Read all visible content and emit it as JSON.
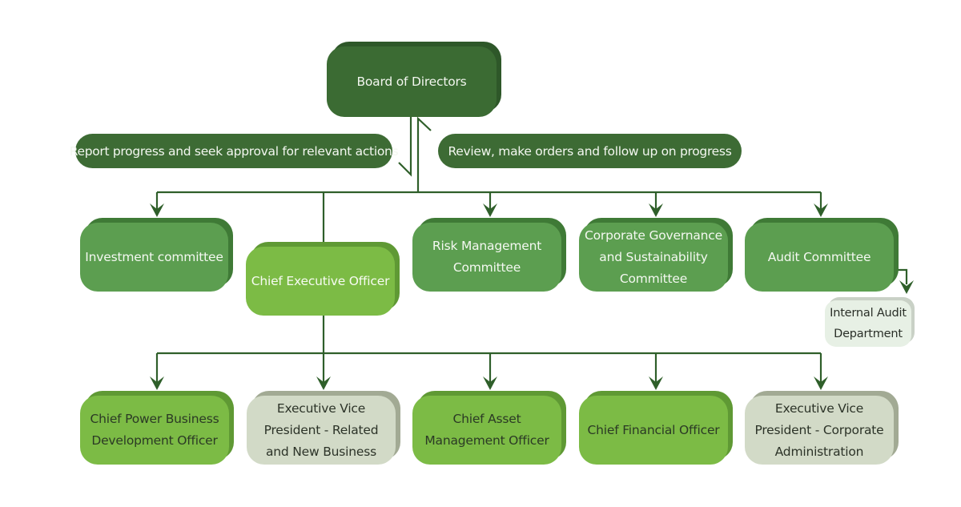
{
  "chart": {
    "type": "org-chart",
    "colors": {
      "connector": "#2f5f2a",
      "board": "#3b6b33",
      "committee": "#5c9e50",
      "ceo": "#7cbb45",
      "executive_green": "#7cbb45",
      "executive_grey": "#d2dac7",
      "internal_audit": "#e7f0e5"
    }
  },
  "board": {
    "label": "Board of Directors"
  },
  "flows": {
    "up": {
      "label": "Report progress and seek approval for relevant actions"
    },
    "down": {
      "label": "Review, make orders and follow up on progress"
    }
  },
  "committees": [
    {
      "label": "Investment committee"
    },
    {
      "label": "Risk Management\nCommittee"
    },
    {
      "label": "Corporate Governance\nand Sustainability\nCommittee"
    },
    {
      "label": "Audit Committee"
    }
  ],
  "ceo": {
    "label": "Chief Executive Officer"
  },
  "internal_audit": {
    "label": "Internal Audit\nDepartment"
  },
  "executives": [
    {
      "label": "Chief Power Business\nDevelopment Officer"
    },
    {
      "label": "Executive Vice\nPresident - Related\nand New Business"
    },
    {
      "label": "Chief Asset\nManagement Officer"
    },
    {
      "label": "Chief Financial Officer"
    },
    {
      "label": "Executive Vice\nPresident - Corporate\nAdministration"
    }
  ]
}
